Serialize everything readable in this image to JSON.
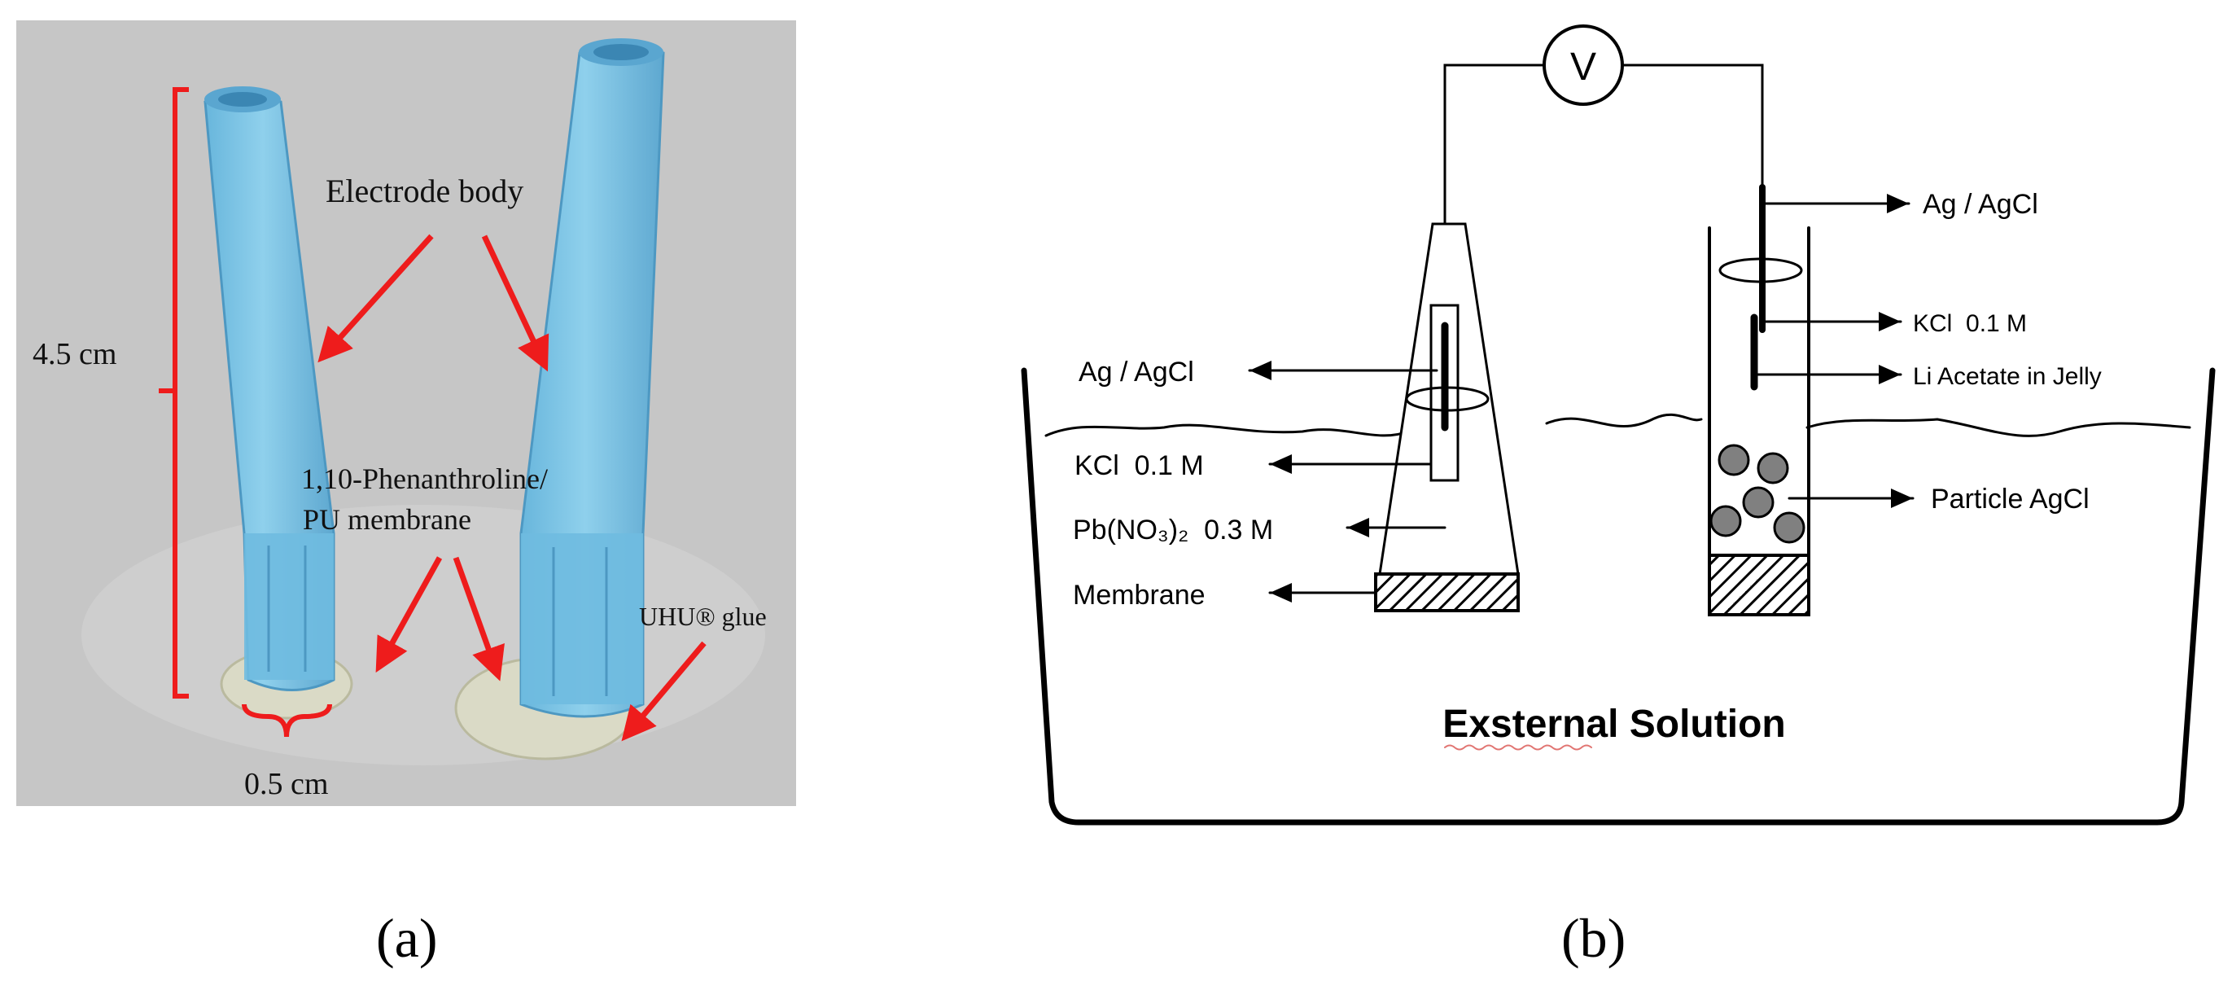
{
  "colors": {
    "photo_background": "#c9c9c9",
    "tube_blue": "#7cc3e4",
    "annotation_red": "#ee1c1c",
    "particle_gray": "#808080",
    "line_black": "#000000"
  },
  "panel_a": {
    "label": "(a)",
    "labels": {
      "electrode_body": "Electrode body",
      "height": "4.5 cm",
      "membrane_line1": "1,10-Phenanthroline/",
      "membrane_line2": "PU membrane",
      "glue": "UHU® glue",
      "diameter": "0.5 cm"
    }
  },
  "panel_b": {
    "label": "(b)",
    "voltmeter": "V",
    "left_labels": {
      "ag_agcl": "Ag / AgCl",
      "kcl": "KCl  0.1 M",
      "pb_no3": "Pb(NO₃)₂  0.3 M",
      "membrane": "Membrane"
    },
    "right_labels": {
      "ag_agcl": "Ag / AgCl",
      "kcl": "KCl  0.1 M",
      "li_acetate": "Li Acetate in Jelly",
      "particle": "Particle AgCl"
    },
    "external_solution": "Exsternal Solution"
  }
}
